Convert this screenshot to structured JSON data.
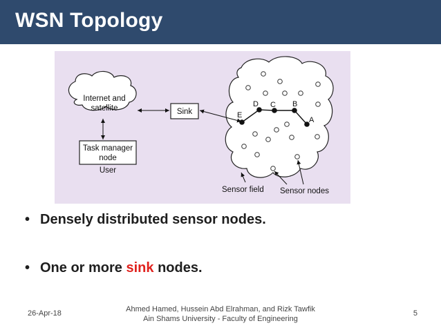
{
  "slide": {
    "title": "WSN Topology"
  },
  "figure": {
    "cloud_label": [
      "Internet and",
      "satellite"
    ],
    "sink_label": "Sink",
    "task_manager_label": [
      "Task manager",
      "node"
    ],
    "user_label": "User",
    "node_labels": {
      "A": "A",
      "B": "B",
      "C": "C",
      "D": "D",
      "E": "E"
    },
    "sensor_field_label": "Sensor field",
    "sensor_nodes_label": "Sensor nodes"
  },
  "bullets": [
    {
      "text": "Densely distributed sensor nodes."
    },
    {
      "pre": "One or more ",
      "highlight": "sink",
      "post": " nodes."
    }
  ],
  "footer": {
    "date": "26-Apr-18",
    "authors": "Ahmed Hamed, Hussein Abd Elrahman, and Rizk Tawfik",
    "affiliation": "Ain Shams University - Faculty of Engineering",
    "page": "5"
  },
  "colors": {
    "header_bg": "#2f4a6d",
    "figure_bg": "#e9dff0",
    "accent": "#e0211d"
  }
}
